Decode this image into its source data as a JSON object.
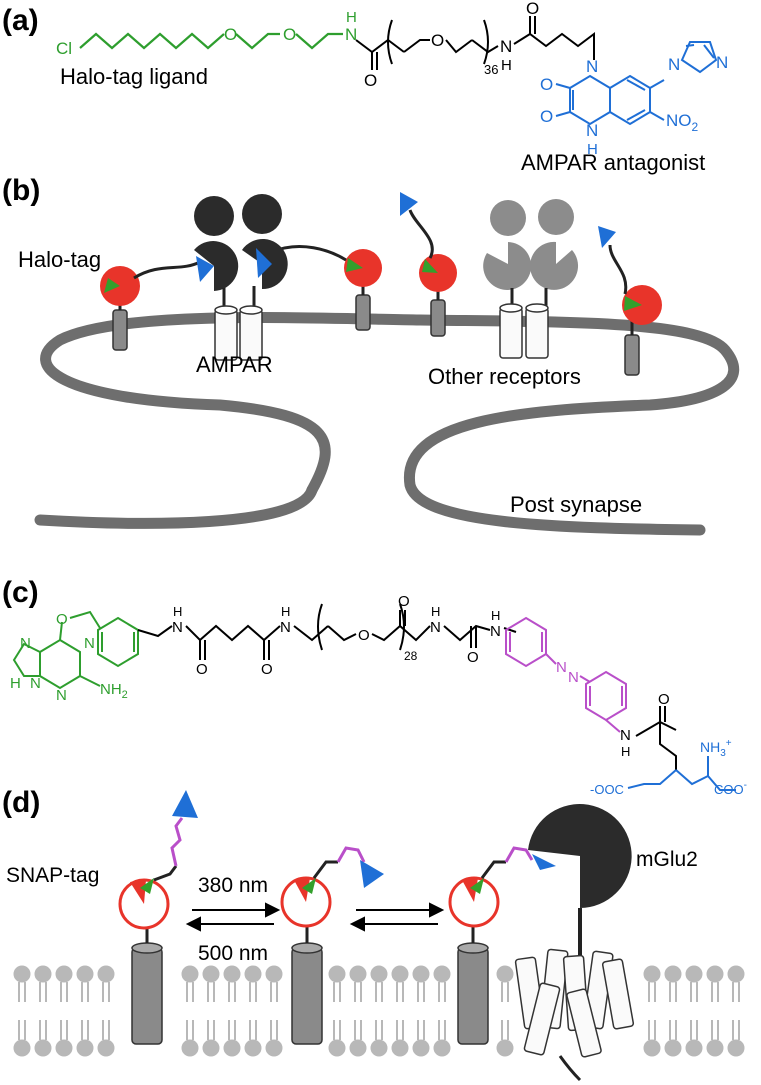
{
  "panels": {
    "a": {
      "label": "(a)",
      "halo_ligand": "Halo-tag ligand",
      "antagonist": "AMPAR antagonist",
      "atoms": {
        "cl": "Cl",
        "o1": "O",
        "o2": "O",
        "nh1": "N",
        "h1": "H",
        "o_carbonyl1": "O",
        "o_peg": "O",
        "repeat": "36",
        "nh2": "N",
        "h2": "H",
        "o_carbonyl2": "O",
        "n_ring": "N",
        "o_q1": "O",
        "o_q2": "O",
        "n_q": "N",
        "h_q": "H",
        "no2": "NO",
        "no2_sub": "2",
        "n_im1": "N",
        "n_im2": "N"
      }
    },
    "b": {
      "label": "(b)",
      "halo_tag": "Halo-tag",
      "ampar": "AMPAR",
      "other_receptors": "Other receptors",
      "post_synapse": "Post synapse"
    },
    "c": {
      "label": "(c)",
      "atoms": {
        "o_ether": "O",
        "n1": "N",
        "n2": "N",
        "n3": "N",
        "nh_ring": "N",
        "h_ring": "H",
        "nh2": "NH",
        "nh2_sub": "2",
        "amide1_n": "N",
        "amide1_h": "H",
        "o_c1": "O",
        "o_c2": "O",
        "amide2_n": "N",
        "amide2_h": "H",
        "o_peg": "O",
        "repeat": "28",
        "o_c3": "O",
        "amide3_n": "N",
        "amide3_h": "H",
        "o_c4": "O",
        "amide4_n": "N",
        "amide4_h": "H",
        "azo_n1": "N",
        "azo_n2": "N",
        "amide5_n": "N",
        "amide5_h": "H",
        "o_c5": "O",
        "nh3": "NH",
        "nh3_sub": "3",
        "nh3_sup": "+",
        "coo1": "-OOC",
        "coo2": "COO",
        "coo2_sup": "-"
      }
    },
    "d": {
      "label": "(d)",
      "snap_tag": "SNAP-tag",
      "wl_forward": "380 nm",
      "wl_reverse": "500 nm",
      "mglu2": "mGlu2"
    }
  },
  "colors": {
    "ligand_green": "#2e9e2e",
    "antagonist_blue": "#1f6fd6",
    "azo_magenta": "#b94fc9",
    "tag_red": "#e8342a",
    "membrane_gray": "#6e6e6e",
    "receptor_dark": "#2b2b2b",
    "receptor_light": "#8c8c8c",
    "lipid_gray": "#b8b8b8"
  }
}
